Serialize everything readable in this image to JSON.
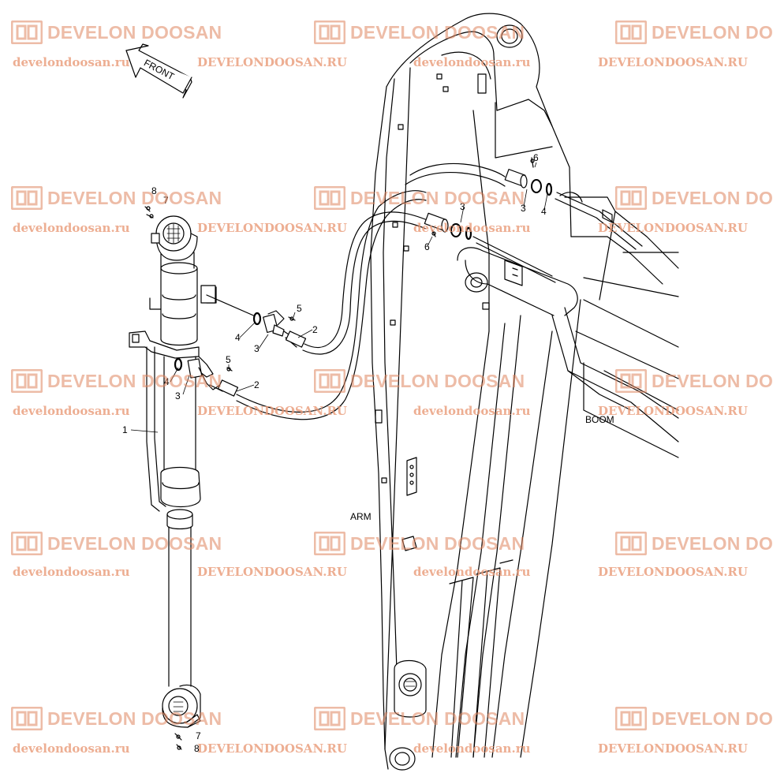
{
  "watermarks": {
    "logo_text": "DEVELON DOOSAN",
    "url_lower": "develondoosan.ru",
    "url_upper": "DEVELONDOOSAN.RU"
  },
  "labels": {
    "front": "FRONT",
    "arm": "ARM",
    "boom": "BOOM"
  },
  "callouts": {
    "part_1": "1",
    "part_2": "2",
    "part_3": "3",
    "part_4": "4",
    "part_5": "5",
    "part_6": "6",
    "part_7": "7",
    "part_8": "8"
  }
}
